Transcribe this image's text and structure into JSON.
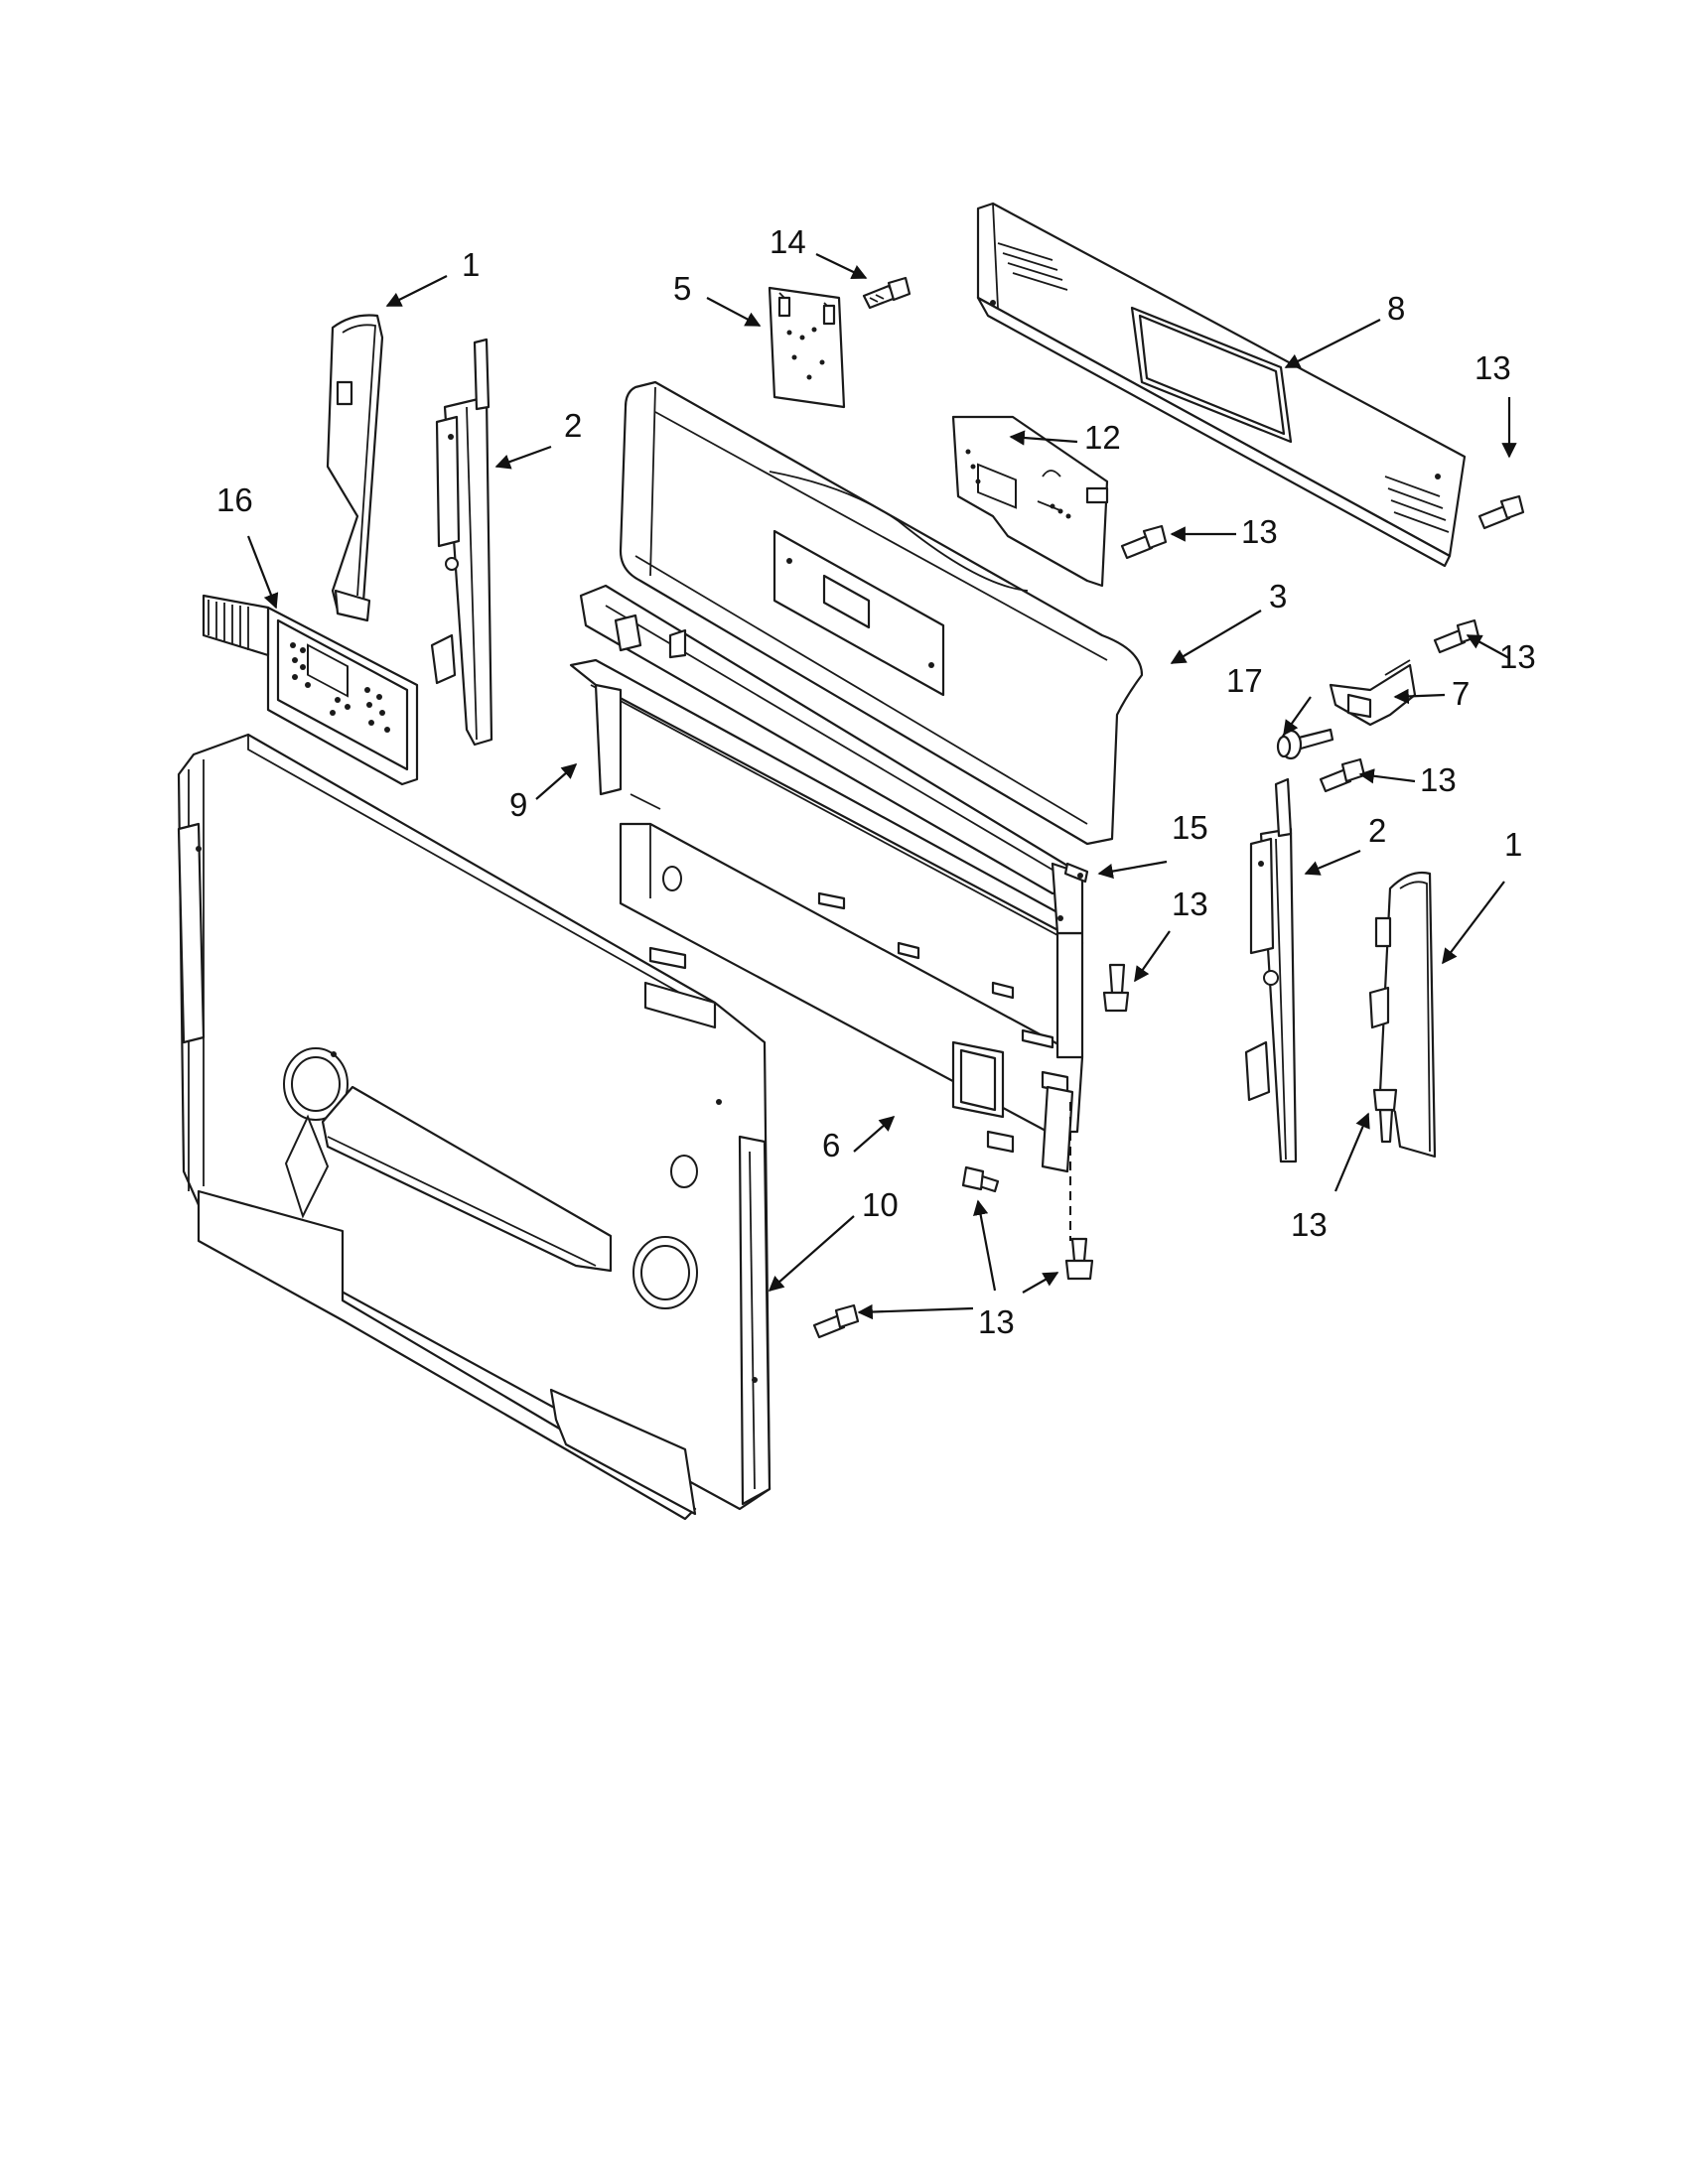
{
  "diagram": {
    "callouts": [
      {
        "id": "c1a",
        "text": "1"
      },
      {
        "id": "c1b",
        "text": "1"
      },
      {
        "id": "c2a",
        "text": "2"
      },
      {
        "id": "c2b",
        "text": "2"
      },
      {
        "id": "c3",
        "text": "3"
      },
      {
        "id": "c5",
        "text": "5"
      },
      {
        "id": "c6",
        "text": "6"
      },
      {
        "id": "c7",
        "text": "7"
      },
      {
        "id": "c8",
        "text": "8"
      },
      {
        "id": "c9",
        "text": "9"
      },
      {
        "id": "c10",
        "text": "10"
      },
      {
        "id": "c12",
        "text": "12"
      },
      {
        "id": "c13a",
        "text": "13"
      },
      {
        "id": "c13b",
        "text": "13"
      },
      {
        "id": "c13c",
        "text": "13"
      },
      {
        "id": "c13d",
        "text": "13"
      },
      {
        "id": "c13e",
        "text": "13"
      },
      {
        "id": "c13f",
        "text": "13"
      },
      {
        "id": "c13g",
        "text": "13"
      },
      {
        "id": "c13h",
        "text": "13"
      },
      {
        "id": "c14",
        "text": "14"
      },
      {
        "id": "c15",
        "text": "15"
      },
      {
        "id": "c16",
        "text": "16"
      },
      {
        "id": "c17",
        "text": "17"
      }
    ]
  }
}
